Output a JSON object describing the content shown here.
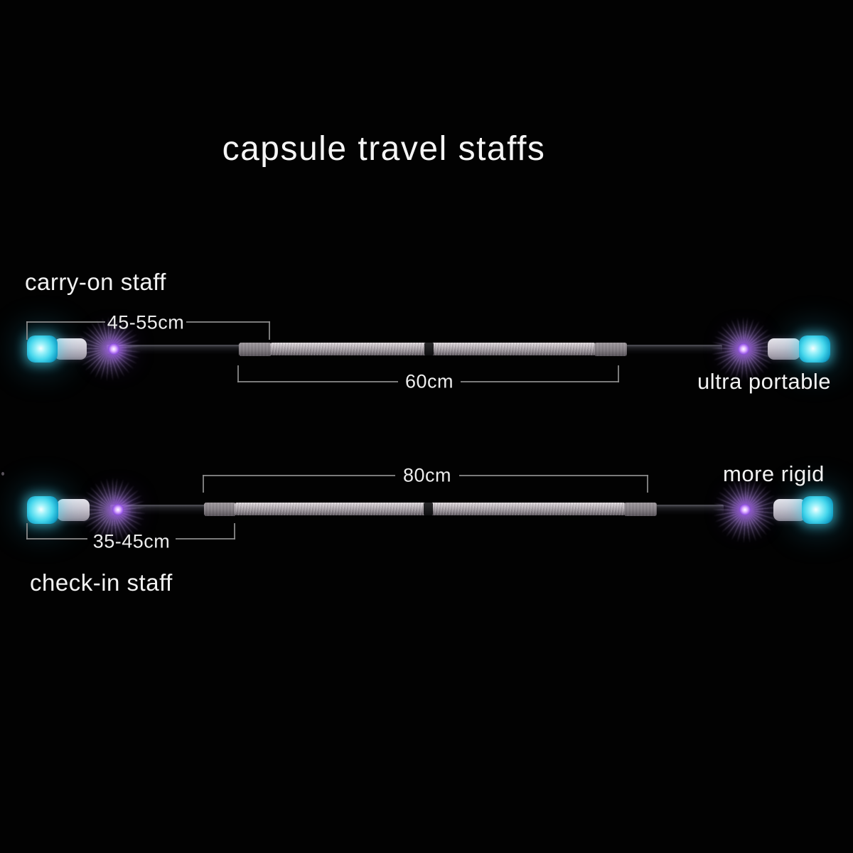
{
  "title": "capsule travel staffs",
  "staffs": [
    {
      "name": "carry-on staff",
      "trait": "ultra portable",
      "handle_length": "45-55cm",
      "capsule_length": "60cm"
    },
    {
      "name": "check-in staff",
      "trait": "more rigid",
      "handle_length": "35-45cm",
      "capsule_length": "80cm"
    }
  ],
  "colors": {
    "background": "#020202",
    "text": "#f2f2f2",
    "bracket_line": "#8f8f8f",
    "tip_glow_cyan": "#44d6ec",
    "fiber_glow_purple": "#9150e4",
    "tube_silver": "#bab3b9",
    "shaft_black": "#141416"
  }
}
